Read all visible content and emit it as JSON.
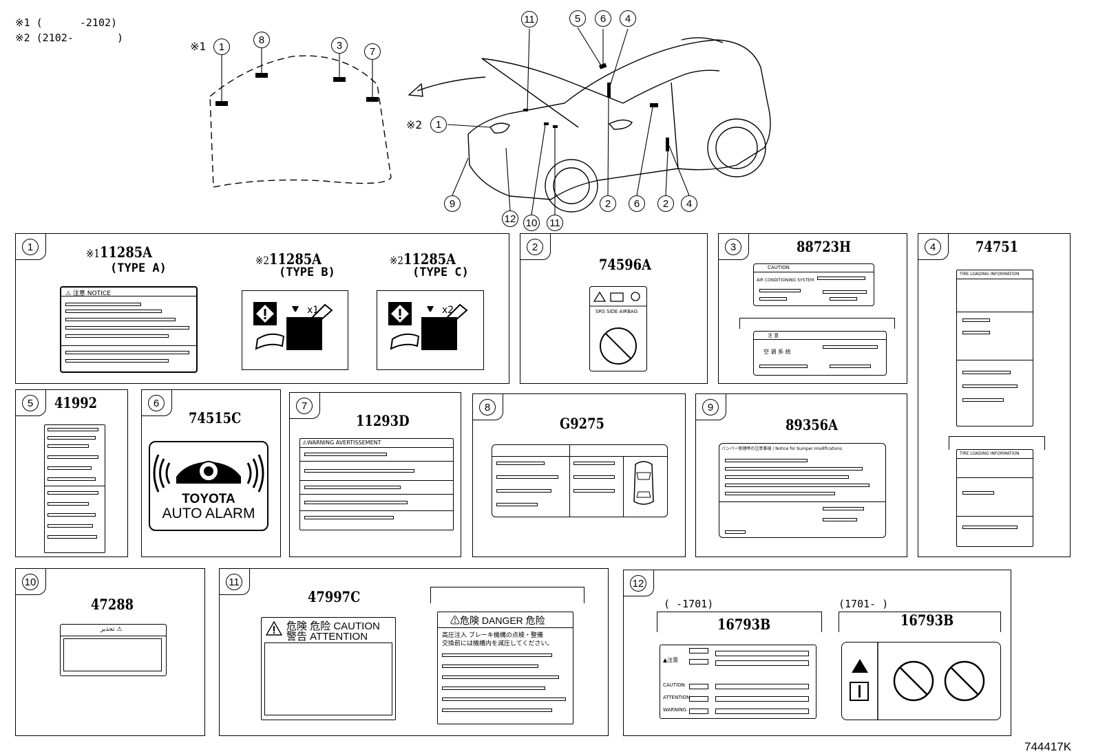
{
  "notes": [
    "※1 (      -2102)",
    "※2 (2102-       )"
  ],
  "hood_callouts": {
    "n1": "1",
    "n8": "8",
    "n3": "3",
    "n7": "7",
    "mark1": "※1",
    "mark2": "※2"
  },
  "car_callouts": {
    "c11": "11",
    "c5": "5",
    "c6": "6",
    "c4": "4",
    "c1": "1",
    "c9": "9",
    "c12": "12",
    "c10": "10",
    "c11b": "11",
    "c2": "2",
    "c6b": "6",
    "c2b": "2",
    "c4b": "4"
  },
  "panels": [
    {
      "num": "1",
      "items": [
        {
          "mark": "※1",
          "part": "11285A",
          "type": "(TYPE A)",
          "label_text": "⚠ 注意  NOTICE"
        },
        {
          "mark": "※2",
          "part": "11285A",
          "type": "(TYPE B)",
          "count": "x1"
        },
        {
          "mark": "※2",
          "part": "11285A",
          "type": "(TYPE C)",
          "count": "x2"
        }
      ]
    },
    {
      "num": "2",
      "part": "74596A",
      "label_text": "SRS SIDE AIRBAG"
    },
    {
      "num": "3",
      "part": "88723H",
      "label_text_a": "CAUTION",
      "label_text_a2": "AIR CONDITIONING SYSTEM",
      "label_text_b": "注 意",
      "label_text_b2": "空 调 系 统"
    },
    {
      "num": "4",
      "part": "74751",
      "label_text": "TIRE LOADING INFORMATION",
      "label_text_b": "TIRE LOADING INFORMATION"
    },
    {
      "num": "5",
      "part": "41992"
    },
    {
      "num": "6",
      "part": "74515C",
      "line1": "TOYOTA",
      "line2": "AUTO ALARM"
    },
    {
      "num": "7",
      "part": "11293D",
      "label_text": "⚠WARNING  AVERTISSEMENT"
    },
    {
      "num": "8",
      "part": "G9275"
    },
    {
      "num": "9",
      "part": "89356A",
      "label_text": "バンパー修理時の注意事項 / Notice for bumper modifications"
    },
    {
      "num": "10",
      "part": "47288",
      "label_text": "تحذير ⚠"
    },
    {
      "num": "11",
      "part": "47997C",
      "head1": "危険 危险 CAUTION",
      "head2": "警告   ATTENTION",
      "b_head": "⚠危険  DANGER  危险",
      "b_text1": "高圧注入  ブレーキ機構の点検・整備",
      "b_text2": "交換前には機構内を減圧してください。"
    },
    {
      "num": "12",
      "range_a": "(     -1701)",
      "range_b": "(1701-       )",
      "part_a": "16793B",
      "part_b": "16793B",
      "rows": [
        "▲注意",
        "",
        "CAUTION",
        "ATTENTION",
        "WARNING"
      ]
    }
  ],
  "figure_id": "744417K"
}
